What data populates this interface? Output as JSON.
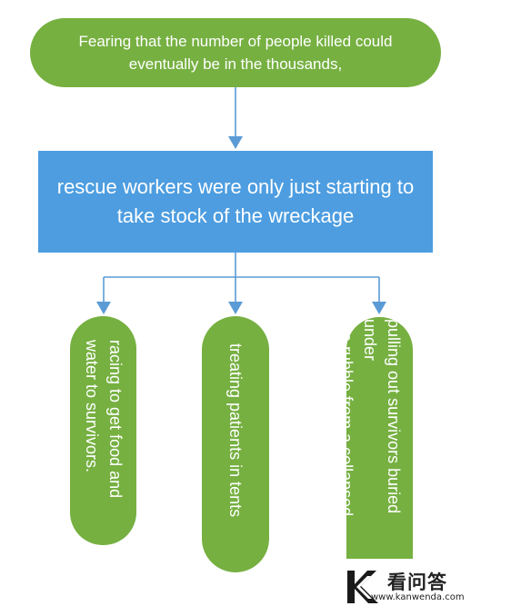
{
  "diagram": {
    "top_node": {
      "text": "Fearing that the number of people killed could eventually be in the thousands,"
    },
    "center_node": {
      "text": "rescue workers were only just starting to take stock of the wreckage"
    },
    "leaf_nodes": [
      {
        "text": "racing to get food and\nwater to survivors."
      },
      {
        "text": "treating patients in tents"
      },
      {
        "text": "pulling out survivors buried under\nthe rubble from a collapsed hospital"
      }
    ]
  },
  "colors": {
    "green_node": "#76b041",
    "blue_node": "#4d9de0",
    "connector": "#5b9bd5"
  },
  "watermark": {
    "logo_letter": "K",
    "title": "看问答",
    "url": "www.kanwenda.com"
  }
}
